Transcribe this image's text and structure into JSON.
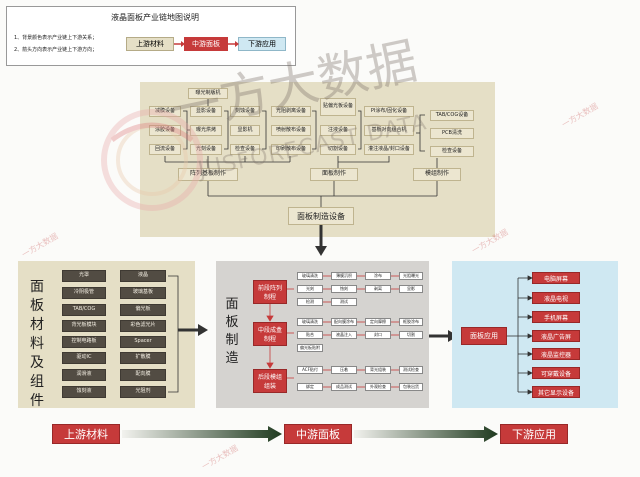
{
  "legend": {
    "title": "液晶面板产业链地图说明",
    "note1": "1、背景颜色表示产业链上下游关系；",
    "note2": "2、箭头方向表示产业链上下游方向；",
    "upstream": "上游材料",
    "midstream": "中游面板",
    "downstream": "下游应用",
    "upstream_color": "#e5dfc6",
    "midstream_color": "#c63a3a",
    "downstream_color": "#cfe8f2"
  },
  "watermark": {
    "cn": "一方大数据",
    "en": "JUSFORECAST DATA",
    "small": "一方大数据"
  },
  "equipment": {
    "col1": [
      "减膜设备",
      "涂胶设备",
      "回流设备"
    ],
    "col2_top": "曝光制版机",
    "col2": [
      "显影设备",
      "曝光烘烤",
      "光刻设备"
    ],
    "col3": [
      "刻蚀设备",
      "显影机",
      "检查设备"
    ],
    "col4": [
      "光阻剥离设备",
      "喷射散布设备",
      "印刷散布设备"
    ],
    "col5_top": "贴偏光板设备",
    "col5": [
      "注液设备",
      "切割设备"
    ],
    "col6": [
      "PI涂布/固化设备",
      "基板对向组合机",
      "灌注液晶/封口设备"
    ],
    "col7": [
      "TAB/COG设备",
      "PCB清洗",
      "检查设备"
    ],
    "array": "阵列基板制作",
    "cell": "面板制作",
    "module": "模组制作",
    "panel": "面板制造设备"
  },
  "materials": {
    "title": "面板材料及组件",
    "left": [
      "光罩",
      "冷阴极管",
      "TAB/COG",
      "背光板模块",
      "控制电路板",
      "驱动IC",
      "润滑液",
      "蚀刻液"
    ],
    "right": [
      "液晶",
      "玻璃基板",
      "偏光板",
      "彩色滤光片",
      "Spacer",
      "扩散膜",
      "配向膜",
      "光阻剂"
    ]
  },
  "manufacturing": {
    "title": "面板制造",
    "stages": [
      "前段阵列制程",
      "中段成盒制程",
      "后段模组组装"
    ],
    "row1": [
      "玻璃清洗",
      "薄膜沉积",
      "涂布",
      "光阻曝光"
    ],
    "row2": [
      "光刻",
      "蚀刻",
      "剥离",
      "显影"
    ],
    "row3": [
      "检测",
      "测试"
    ],
    "row4": [
      "玻璃清洗",
      "配向膜涂布",
      "定向摩擦",
      "框胶涂布"
    ],
    "row5": [
      "贴合",
      "液晶注入",
      "封口",
      "切割"
    ],
    "row6": [
      "偏光板贴附"
    ],
    "row7": [
      "ACF贴付",
      "压着",
      "背光组装",
      "测试检查"
    ],
    "row8": [
      "绑定",
      "成品测试",
      "外观检查",
      "包装出货"
    ]
  },
  "applications": {
    "center": "面板应用",
    "items": [
      "电脑屏幕",
      "液晶电视",
      "手机屏幕",
      "液晶广告屏",
      "液晶监控器",
      "可穿戴设备",
      "其它显示设备"
    ]
  },
  "bottom": {
    "upstream": "上游材料",
    "midstream": "中游面板",
    "downstream": "下游应用"
  }
}
